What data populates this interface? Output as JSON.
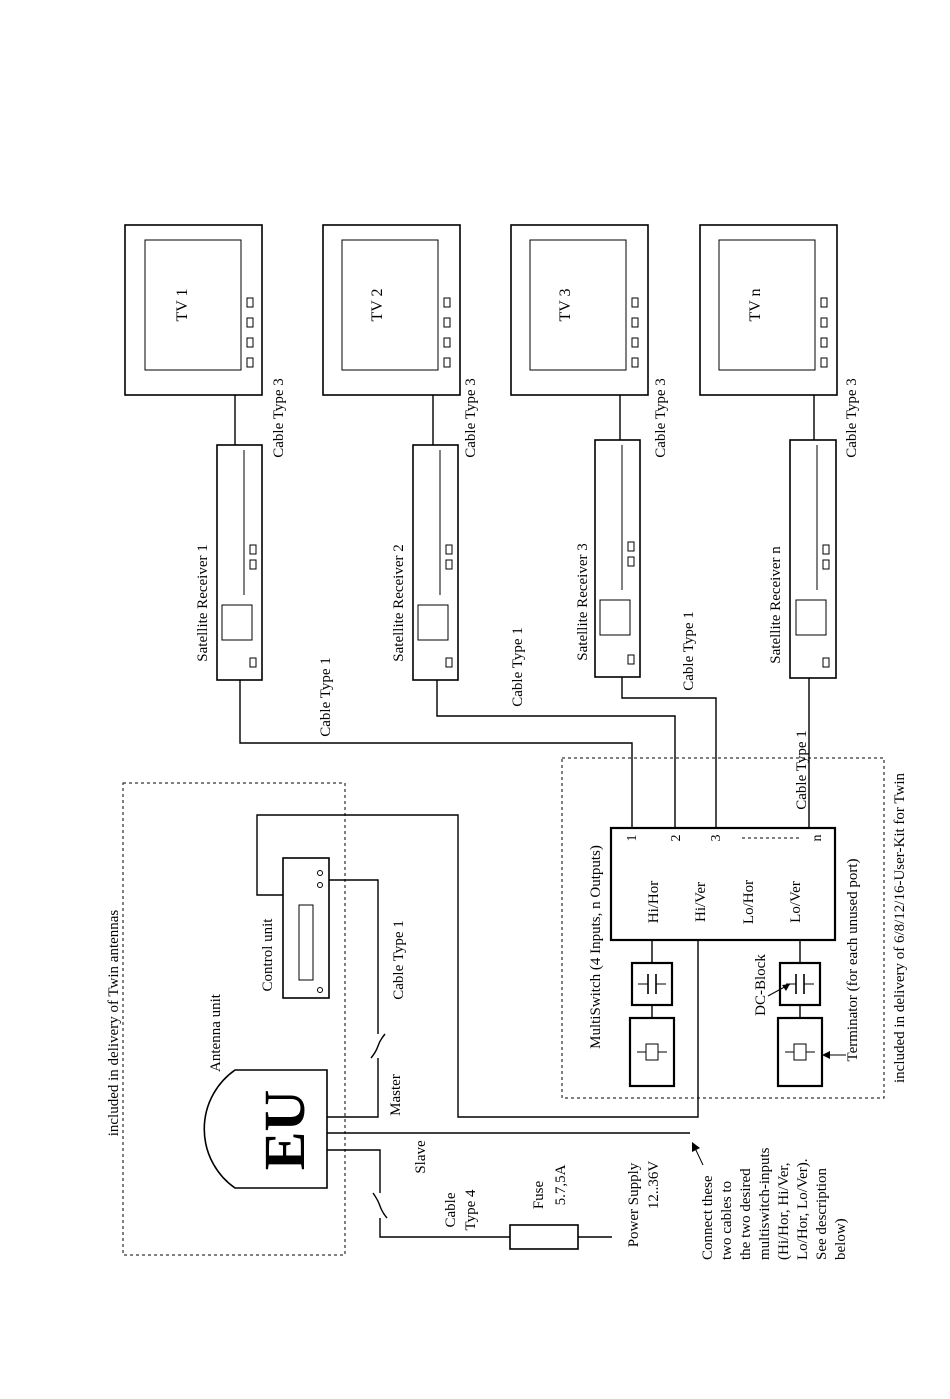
{
  "labels": {
    "twin_delivery": "included in delivery of Twin antennas",
    "antenna_unit": "Antenna unit",
    "eu": "EU",
    "control_unit": "Control unit",
    "cable_type1": "Cable Type 1",
    "cable_type3": "Cable Type 3",
    "cable_type4_line1": "Cable",
    "cable_type4_line2": "Type 4",
    "master": "Master",
    "slave": "Slave",
    "fuse_line1": "Fuse",
    "fuse_line2": "5.7,5A",
    "power_line1": "Power Supply",
    "power_line2": "12..36V",
    "multiswitch": "MultiSwitch (4 Inputs, n Outputs)",
    "dc_block": "DC-Block",
    "terminator": "Terminator (for each unused port)",
    "user_kit": "included in delivery of 6/8/12/16-User-Kit for Twin",
    "connect_note": [
      "Connect these",
      "two cables to",
      "the two desired",
      "multiswitch-inputs",
      "(Hi/Hor, Hi/Ver,",
      "Lo/Hor, Lo/Ver).",
      "See description",
      "below)"
    ]
  },
  "multiswitch_inputs": [
    "Hi/Hor",
    "Hi/Ver",
    "Lo/Hor",
    "Lo/Ver"
  ],
  "multiswitch_outputs": [
    "1",
    "2",
    "3",
    "n"
  ],
  "receivers": [
    "Satellite Receiver 1",
    "Satellite Receiver 2",
    "Satellite Receiver 3",
    "Satellite Receiver n"
  ],
  "tvs": [
    "TV 1",
    "TV 2",
    "TV 3",
    "TV n"
  ]
}
